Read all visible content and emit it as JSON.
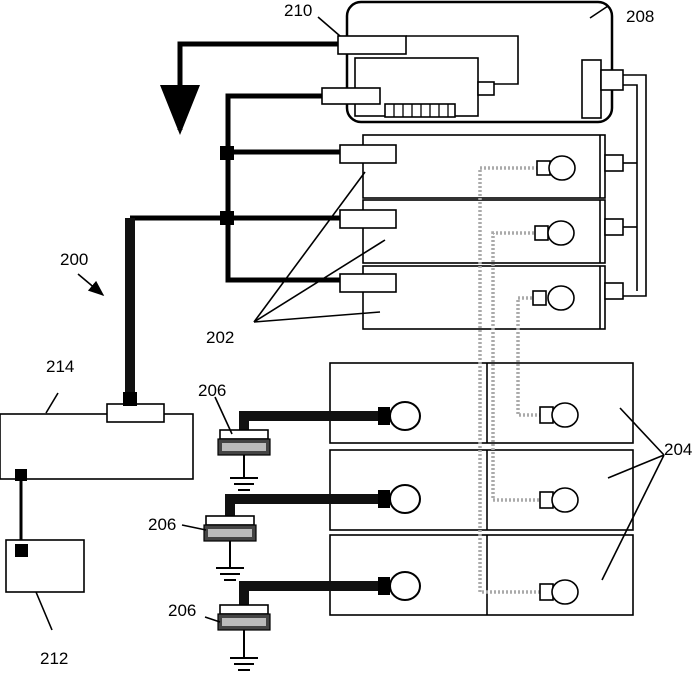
{
  "labels": {
    "system": "200",
    "distributors": "202",
    "sources": "204",
    "interfaces": "206",
    "controller": "208",
    "controller_port": "210",
    "computer": "212",
    "hub": "214"
  }
}
